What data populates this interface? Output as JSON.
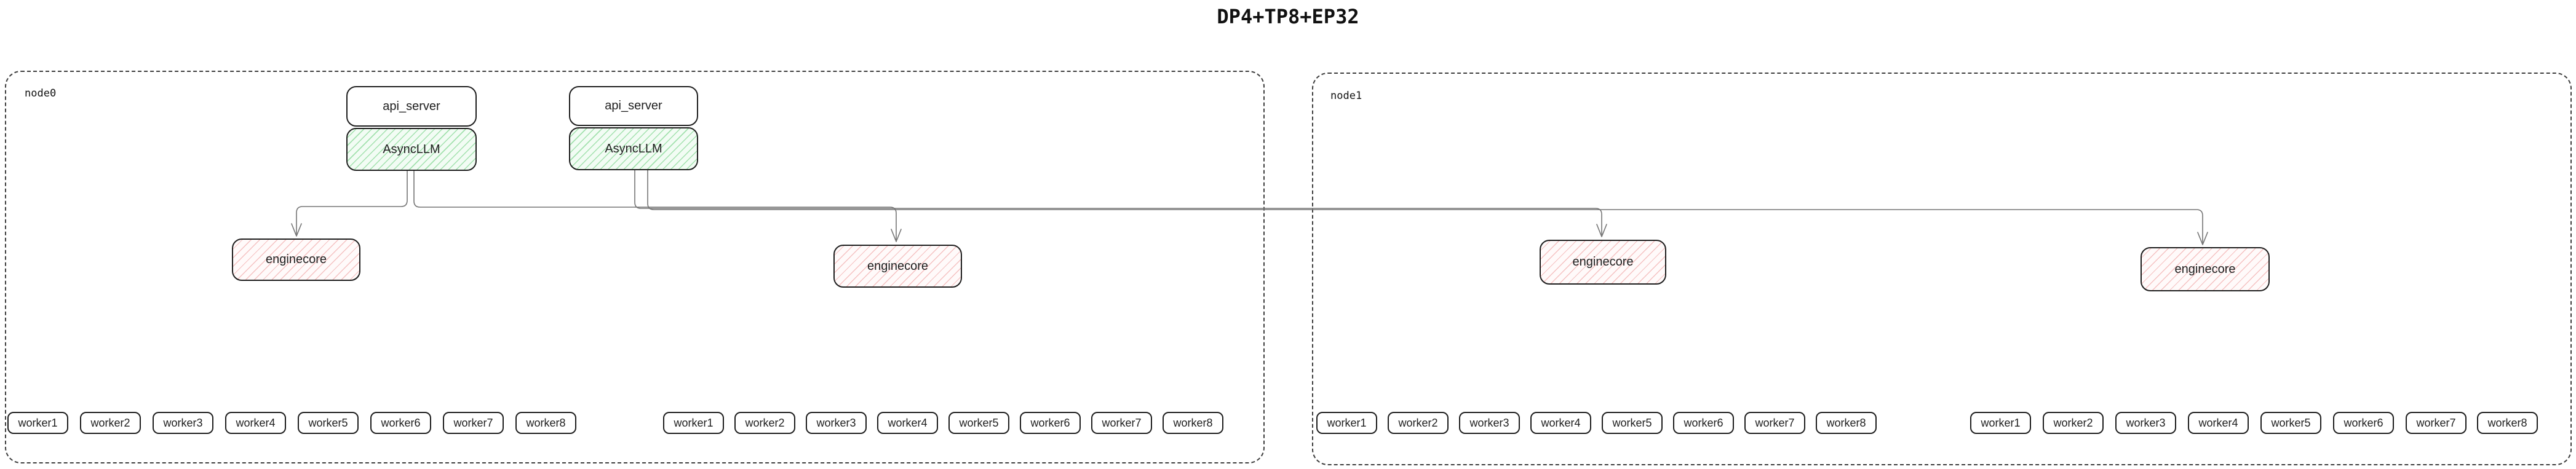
{
  "title": "DP4+TP8+EP32",
  "colors": {
    "box_border": "#1e1e1e",
    "node_border": "#3d3d3d",
    "edge_line": "#757575",
    "asyncllm_hatch": "#40c057",
    "enginecore_hatch": "#e03131",
    "background": "#ffffff"
  },
  "node0": {
    "label": "node0",
    "api_servers": [
      "api_server",
      "api_server"
    ],
    "asyncllms": [
      "AsyncLLM",
      "AsyncLLM"
    ],
    "enginecores": [
      "enginecore",
      "enginecore"
    ],
    "worker_groups": [
      [
        "worker1",
        "worker2",
        "worker3",
        "worker4",
        "worker5",
        "worker6",
        "worker7",
        "worker8"
      ],
      [
        "worker1",
        "worker2",
        "worker3",
        "worker4",
        "worker5",
        "worker6",
        "worker7",
        "worker8"
      ]
    ]
  },
  "node1": {
    "label": "node1",
    "enginecores": [
      "enginecore",
      "enginecore"
    ],
    "worker_groups": [
      [
        "worker1",
        "worker2",
        "worker3",
        "worker4",
        "worker5",
        "worker6",
        "worker7",
        "worker8"
      ],
      [
        "worker1",
        "worker2",
        "worker3",
        "worker4",
        "worker5",
        "worker6",
        "worker7",
        "worker8"
      ]
    ]
  }
}
